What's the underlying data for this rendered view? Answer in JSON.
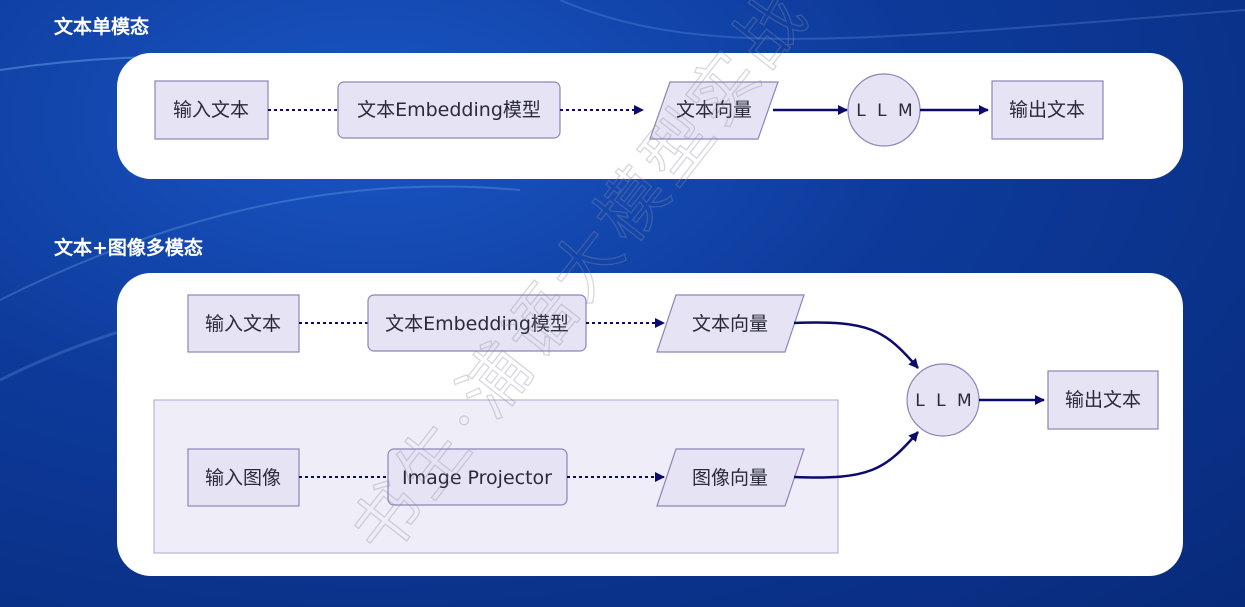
{
  "sections": {
    "text_only": {
      "title": "文本单模态",
      "input_text": "输入文本",
      "embedding_model": "文本Embedding模型",
      "text_vector": "文本向量",
      "llm": "L L M",
      "output_text": "输出文本"
    },
    "multimodal": {
      "title": "文本+图像多模态",
      "input_text": "输入文本",
      "embedding_model": "文本Embedding模型",
      "text_vector": "文本向量",
      "input_image": "输入图像",
      "image_projector": "Image Projector",
      "image_vector": "图像向量",
      "llm": "L L M",
      "output_text": "输出文本"
    }
  },
  "watermark": "书生·浦语大模型实战",
  "colors": {
    "node_fill": "#e6e4f4",
    "node_stroke": "#8a86b8",
    "arrow": "#0c0a6b",
    "group_fill": "#efeef8"
  }
}
